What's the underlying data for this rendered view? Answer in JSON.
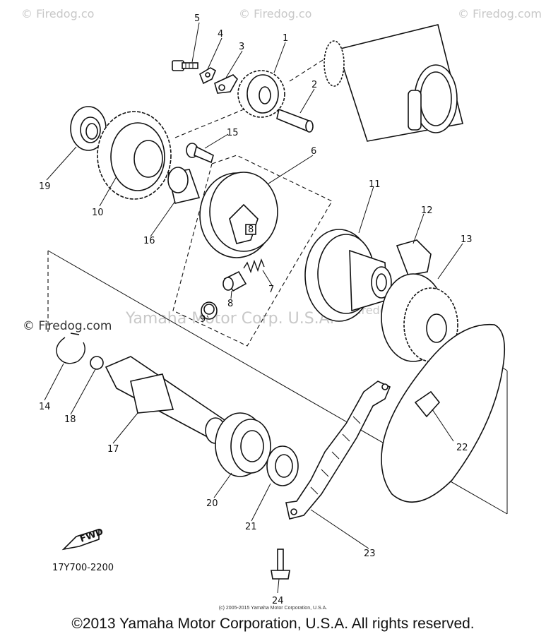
{
  "watermarks": {
    "corner_left": "© Firedog.co",
    "corner_mid": "© Firedog.co",
    "corner_right": "© Firedog.com",
    "mid_left": "© Firedog.com",
    "mid_right": "© Firedog.co",
    "center": "Yamaha Motor Corp. U.S.A."
  },
  "callouts": [
    "1",
    "2",
    "3",
    "4",
    "5",
    "6",
    "7",
    "8",
    "9",
    "10",
    "11",
    "12",
    "13",
    "14",
    "15",
    "16",
    "17",
    "18",
    "19",
    "20",
    "21",
    "22",
    "23",
    "24"
  ],
  "fwd_label": "FWD",
  "drawing_code": "17Y700-2200",
  "small_copyright": "(c) 2005-2015 Yamaha Motor Corporation, U.S.A.",
  "copyright": "©2013 Yamaha Motor Corporation, U.S.A. All rights reserved."
}
